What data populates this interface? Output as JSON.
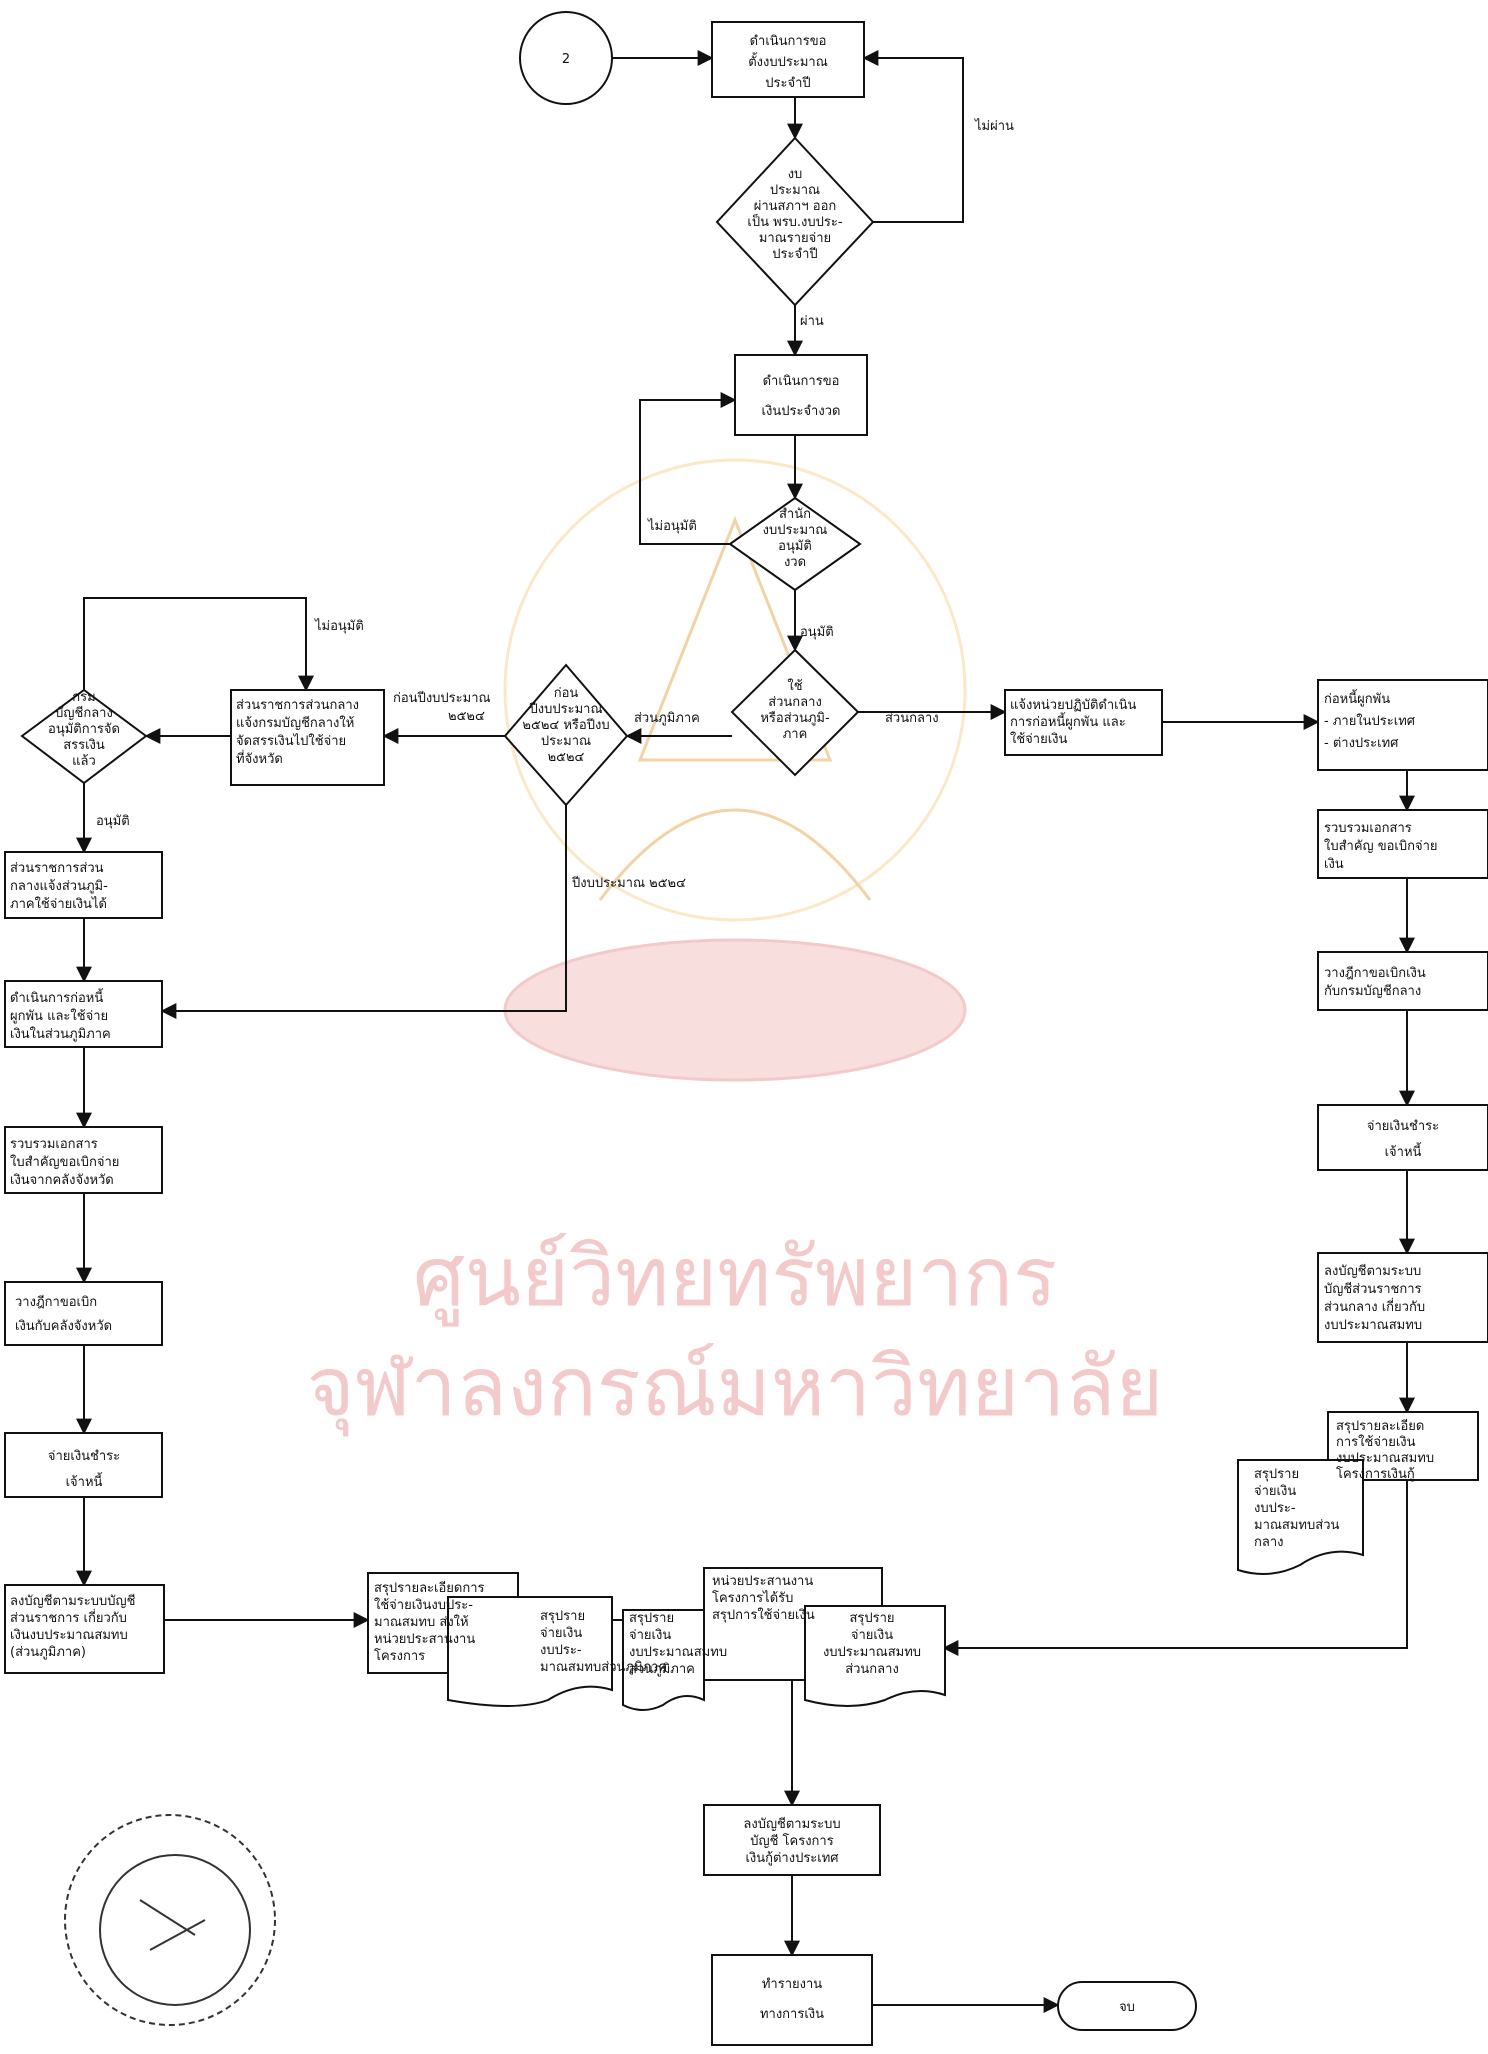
{
  "watermark": {
    "line1": "ศูนย์วิทยทรัพยากร",
    "line2": "จุฬาลงกรณ์มหาวิทยาลัย"
  },
  "connector": {
    "label": "2"
  },
  "terminator": {
    "label": "จบ"
  },
  "processes": {
    "request_budget": [
      "ดำเนินการขอ",
      "ตั้งงบประมาณ",
      "ประจำปี"
    ],
    "request_installment": [
      "ดำเนินการขอ",
      "เงินประจำงวด"
    ],
    "notify_central": [
      "แจ้งหน่วยปฏิบัติดำเนิน",
      "การก่อหนี้ผูกพัน และ",
      "ใช้จ่ายเงิน"
    ],
    "commitments_list": [
      "ก่อหนี้ผูกพัน",
      "- ภายในประเทศ",
      "- ต่างประเทศ"
    ],
    "gather_docs_right": [
      "รวบรวมเอกสาร",
      "ใบสำคัญ ขอเบิกจ่าย",
      "เงิน"
    ],
    "draft_comptroller": [
      "วางฎีกาขอเบิกเงิน",
      "กับกรมบัญชีกลาง"
    ],
    "pay_creditor_right": [
      "จ่ายเงินชำระ",
      "เจ้าหนี้"
    ],
    "post_central_ledger": [
      "ลงบัญชีตามระบบ",
      "บัญชีส่วนราชการ",
      "ส่วนกลาง เกี่ยวกับ",
      "งบประมาณสมทบ"
    ],
    "summary_central": [
      "สรุปรายละเอียด",
      "การใช้จ่ายเงิน",
      "งบประมาณสมทบ",
      "โครงการเงินกู้"
    ],
    "central_request_allot": [
      "ส่วนราชการส่วนกลาง",
      "แจ้งกรมบัญชีกลางให้",
      "จัดสรรเงินไปใช้จ่าย",
      "ที่จังหวัด"
    ],
    "central_notify_regional": [
      "ส่วนราชการส่วน",
      "กลางแจ้งส่วนภูมิ-",
      "ภาคใช้จ่ายเงินได้"
    ],
    "regional_commit": [
      "ดำเนินการก่อหนี้",
      "ผูกพัน และใช้จ่าย",
      "เงินในส่วนภูมิภาค"
    ],
    "gather_docs_left": [
      "รวบรวมเอกสาร",
      "ใบสำคัญขอเบิกจ่าย",
      "เงินจากคลังจังหวัด"
    ],
    "draft_province": [
      "วางฎีกาขอเบิก",
      "เงินกับคลังจังหวัด"
    ],
    "pay_creditor_left": [
      "จ่ายเงินชำระ",
      "เจ้าหนี้"
    ],
    "post_regional_ledger": [
      "ลงบัญชีตามระบบบัญชี",
      "ส่วนราชการ เกี่ยวกับ",
      "เงินงบประมาณสมทบ",
      "(ส่วนภูมิภาค)"
    ],
    "summary_regional": [
      "สรุปรายละเอียดการ",
      "ใช้จ่ายเงินงบประ-",
      "มาณสมทบ ส่งให้",
      "หน่วยประสานงาน",
      "โครงการ"
    ],
    "coord_unit": [
      "หน่วยประสานงาน",
      "โครงการได้รับ",
      "สรุปการใช้จ่ายเงิน"
    ],
    "post_project_ledger": [
      "ลงบัญชีตามระบบ",
      "บัญชี โครงการ",
      "เงินกู้ต่างประเทศ"
    ],
    "financial_report": [
      "ทำรายงาน",
      "ทางการเงิน"
    ]
  },
  "decisions": {
    "parliament": [
      "งบ",
      "ประมาณ",
      "ผ่านสภาฯ ออก",
      "เป็น พรบ.งบประ-",
      "มาณรายจ่าย",
      "ประจำปี"
    ],
    "budget_bureau": [
      "สำนัก",
      "งบประมาณ",
      "อนุมัติ",
      "งวด"
    ],
    "central_or_regional": [
      "ใช้",
      "ส่วนกลาง",
      "หรือส่วนภูมิ-",
      "ภาค"
    ],
    "fiscal_year": [
      "ก่อน",
      "ปีงบประมาณ",
      "๒๕๒๔ หรือปีงบ",
      "ประมาณ",
      "๒๕๒๔"
    ],
    "comptroller_allot": [
      "กรม",
      "บัญชีกลาง",
      "อนุมัติการจัด",
      "สรรเงิน",
      "แล้ว"
    ]
  },
  "documents": {
    "doc_central_left": [
      "สรุปราย",
      "จ่ายเงิน",
      "งบประ-",
      "มาณสมทบส่วน",
      "กลาง"
    ],
    "doc_regional_a": [
      "สรุปราย",
      "จ่ายเงิน",
      "งบประ-",
      "มาณสมทบส่วนภูมิภาค"
    ],
    "doc_regional_b": [
      "สรุปราย",
      "จ่ายเงิน",
      "งบประมาณสมทบ",
      "ส่วนภูมิภาค"
    ],
    "doc_central_b": [
      "สรุปราย",
      "จ่ายเงิน",
      "งบประมาณสมทบ",
      "ส่วนกลาง"
    ]
  },
  "edge_labels": {
    "not_passed": "ไม่ผ่าน",
    "passed": "ผ่าน",
    "not_approved_1": "ไม่อนุมัติ",
    "approved_1": "อนุมัติ",
    "regional": "ส่วนภูมิภาค",
    "central": "ส่วนกลาง",
    "before_fy": "ก่อนปีงบประมาณ",
    "before_fy_year": "๒๕๒๔",
    "fy_2524": "ปีงบประมาณ ๒๕๒๔",
    "not_approved_2": "ไม่อนุมัติ",
    "approved_2": "อนุมัติ"
  },
  "colors": {
    "line": "#111111",
    "watermark": "#f3c9c9"
  }
}
